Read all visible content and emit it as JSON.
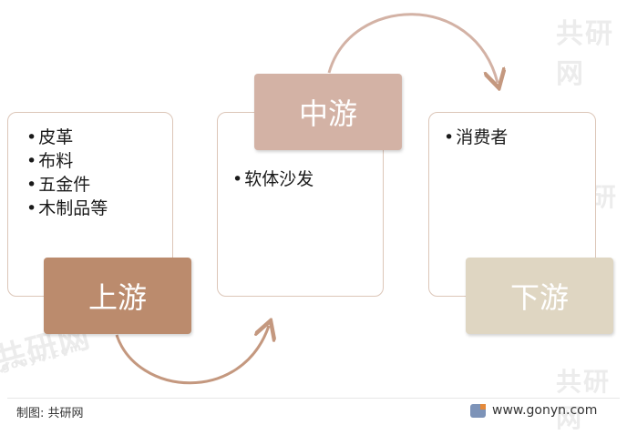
{
  "watermark": "共研网",
  "watermark_url": "gonyn.com",
  "upstream": {
    "label": "上游",
    "items": [
      "皮革",
      "布料",
      "五金件",
      "木制品等"
    ],
    "color": "#bb8b6d"
  },
  "midstream": {
    "label": "中游",
    "items": [
      "软体沙发"
    ],
    "color": "#d3b2a5"
  },
  "downstream": {
    "label": "下游",
    "items": [
      "消费者"
    ],
    "color": "#dfd6c2"
  },
  "footer": {
    "source": "制图: 共研网",
    "site": "www.gonyn.com"
  },
  "arrow_color": "#c4987f",
  "panel_border_color": "#dcc6b8"
}
